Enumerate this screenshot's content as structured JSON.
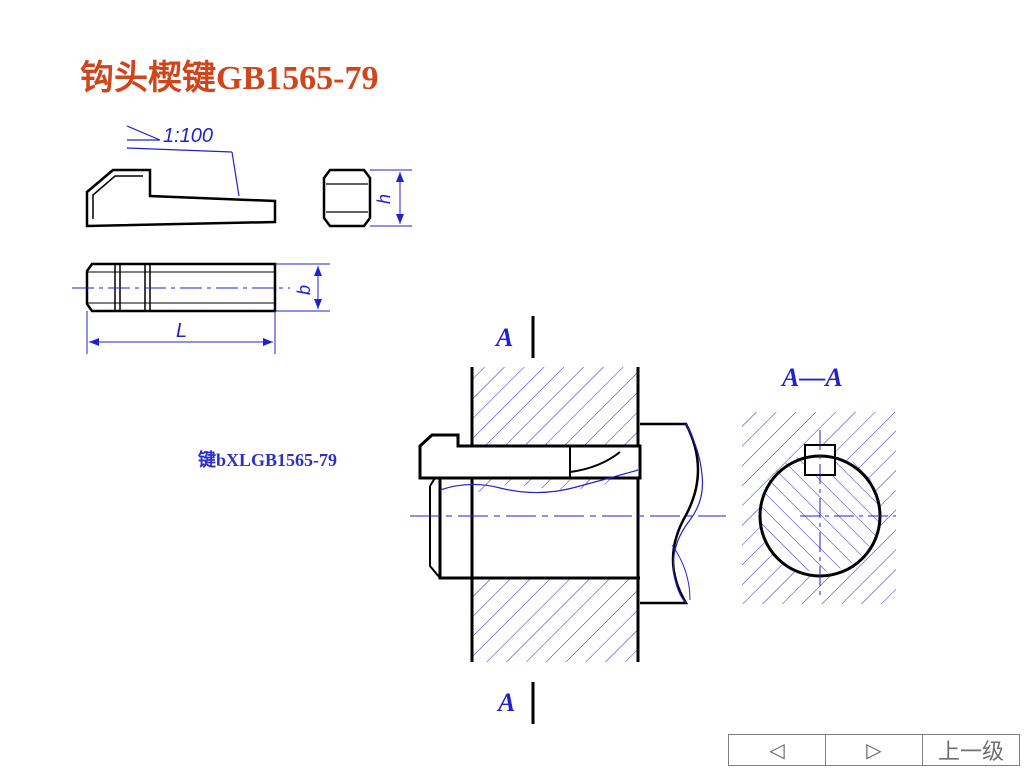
{
  "title": "钩头楔键GB1565-79",
  "designation": "键bXLGB1565-79",
  "labels": {
    "taper": "1:100",
    "height": "h",
    "width": "b",
    "length": "L",
    "section_top": "A",
    "section_bottom": "A",
    "section_view": "A—A"
  },
  "nav": {
    "prev_icon": "◁",
    "next_icon": "▷",
    "up_level": "上一级"
  },
  "colors": {
    "title": "#d0451b",
    "annotation": "#2222cc",
    "outline": "#000000"
  }
}
